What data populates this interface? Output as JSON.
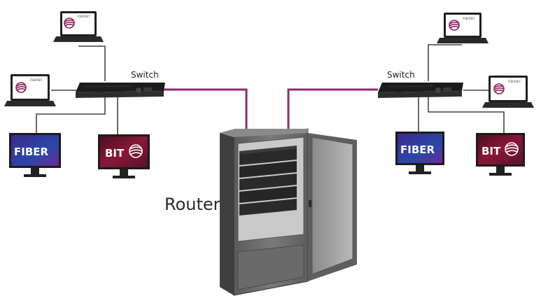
{
  "labels": {
    "switch_left": "Switch",
    "switch_right": "Switch",
    "router": "Router",
    "monitor_fiber": "FIBER",
    "monitor_bit": "BIT",
    "laptop_brand": "FIBERBIT"
  },
  "colors": {
    "link": "#8f2a6e",
    "cable": "#1a1a1a",
    "device": "#1c1c1c",
    "cabinet": "#6b6b6b",
    "fiber_bg": "#2b2f8f",
    "bit_bg": "#6a1228",
    "logo": "#8c1d5a"
  },
  "icons": [
    "laptop-icon",
    "switch-icon",
    "monitor-icon",
    "router-cabinet-icon",
    "fiberbit-logo-icon"
  ]
}
